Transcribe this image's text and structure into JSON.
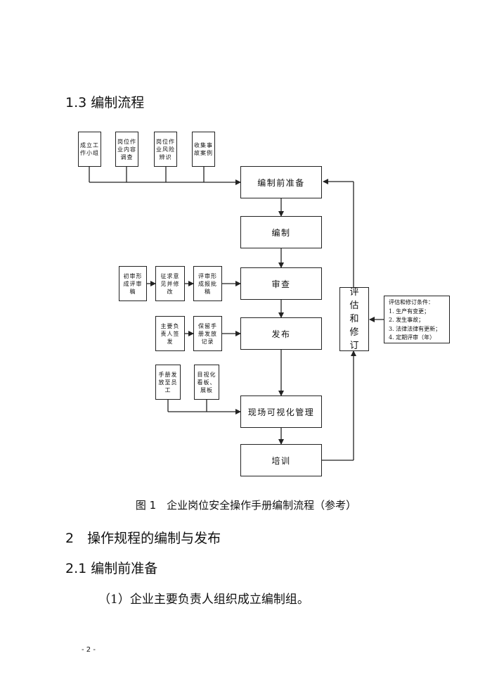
{
  "section_title": "1.3 编制流程",
  "flowchart": {
    "top_boxes": [
      "成立工作小组",
      "岗位作业内容调查",
      "岗位作业风险辨识",
      "收集事故案例"
    ],
    "main_steps": [
      "编制前准备",
      "编制",
      "审查",
      "发布",
      "现场可视化管理",
      "培训"
    ],
    "review_inputs": [
      "初审形成评审稿",
      "征求意见并修改",
      "评审形成报批稿"
    ],
    "publish_inputs": [
      "主要负责人签发",
      "保留手册发放记录"
    ],
    "visual_inputs": [
      "手册发放至员工",
      "目视化看板、展板"
    ],
    "evaluation": "评估和修订",
    "conditions": {
      "title": "评估和修订条件：",
      "items": [
        "1. 生产有变更；",
        "2. 发生事故；",
        "3. 法律法律有更新；",
        "4. 定期评审（年）"
      ]
    }
  },
  "figure_caption": "图 1　企业岗位安全操作手册编制流程（参考）",
  "chapter_title": "2　操作规程的编制与发布",
  "subsection_title": "2.1 编制前准备",
  "paragraph": "（1）企业主要负责人组织成立编制组。",
  "page_number": "- 2 -"
}
